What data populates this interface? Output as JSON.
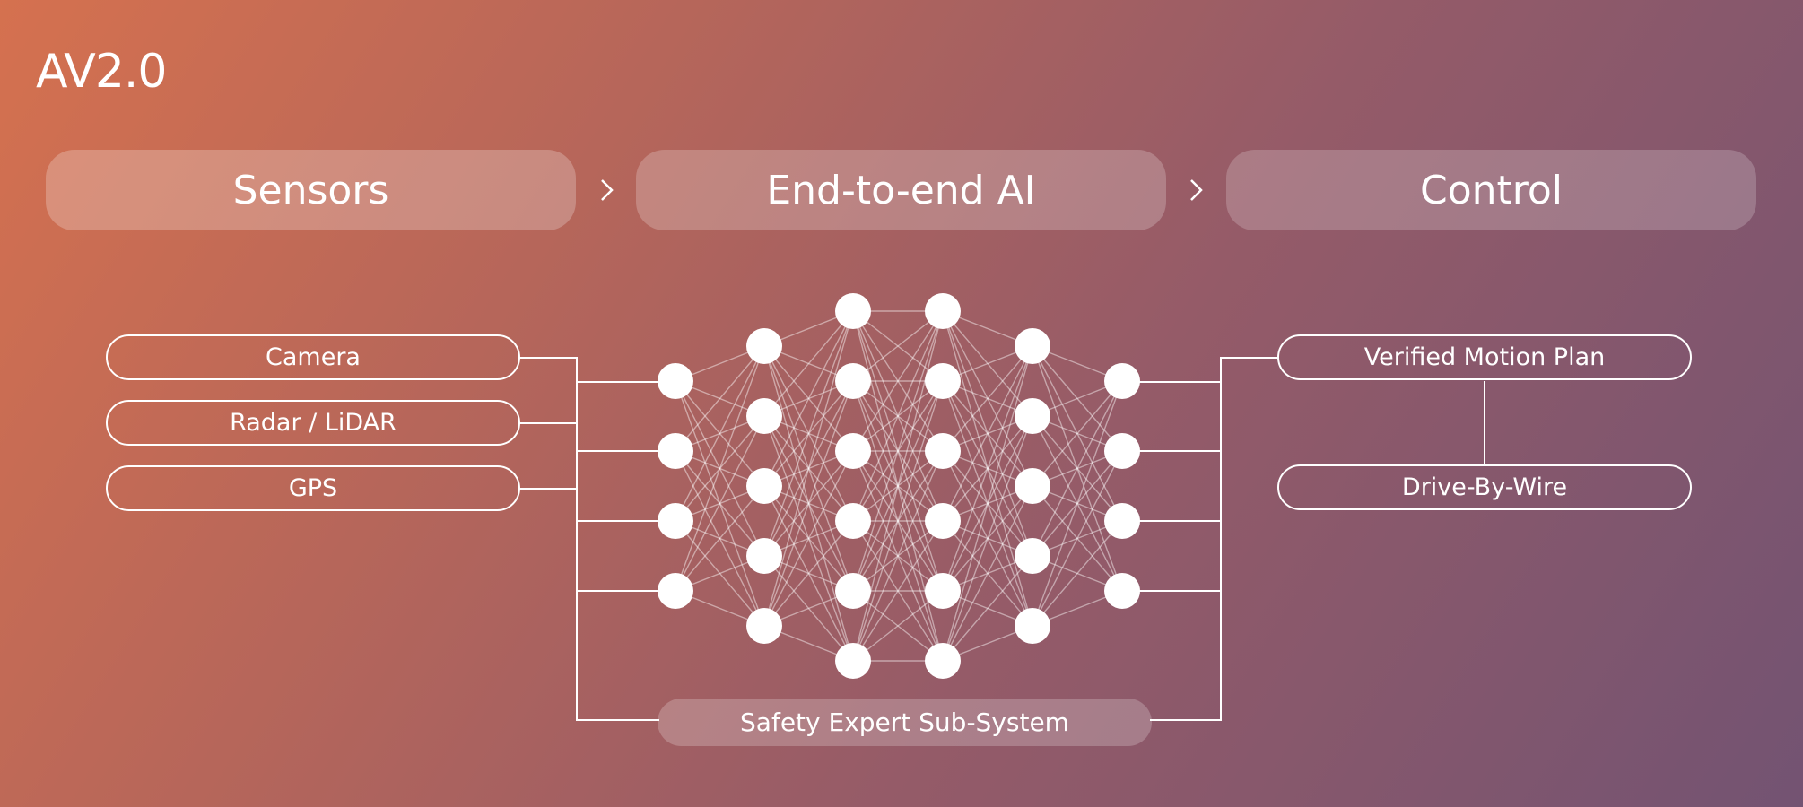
{
  "title": "AV2.0",
  "stages": {
    "sensors": "Sensors",
    "ai": "End-to-end AI",
    "control": "Control"
  },
  "inputs": [
    "Camera",
    "Radar / LiDAR",
    "GPS"
  ],
  "outputs": {
    "motion_plan": "Verified Motion Plan",
    "drive_by_wire": "Drive-By-Wire"
  },
  "safety": "Safety Expert Sub-System",
  "network": {
    "layer_sizes": [
      4,
      5,
      6,
      6,
      5,
      4
    ]
  },
  "colors": {
    "line": "#ffffff",
    "node": "#ffffff"
  }
}
